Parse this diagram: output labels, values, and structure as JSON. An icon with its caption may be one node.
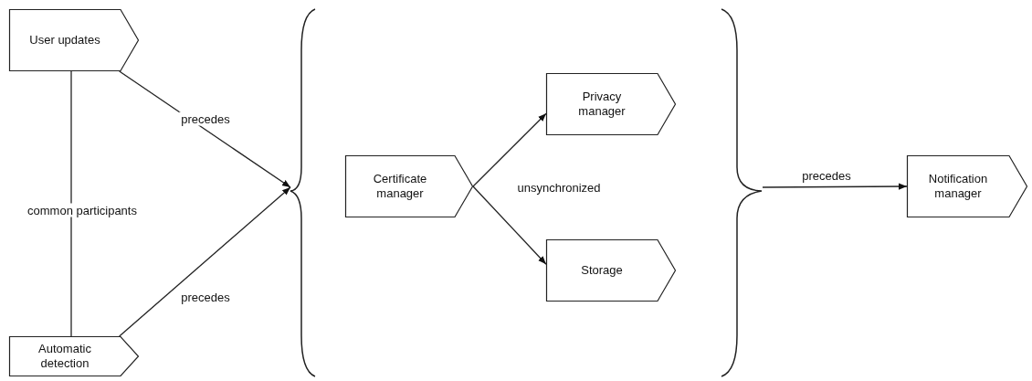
{
  "diagram": {
    "nodes": [
      {
        "text": [
          "User updates"
        ]
      },
      {
        "text": [
          "Automatic detection"
        ]
      },
      {
        "text": [],
        "shape": "brace"
      },
      {
        "text": [
          "Certificate manager"
        ],
        "in": 2
      },
      {
        "text": [
          "Privacy manager"
        ],
        "in": 2
      },
      {
        "text": [
          "Storage"
        ],
        "in": 2
      },
      {
        "text": [
          "Notification manager"
        ]
      }
    ],
    "edges": [
      {
        "from": 0,
        "to": 2,
        "arrow": "to",
        "label": "precedes"
      },
      {
        "from": 1,
        "to": 2,
        "arrow": "to",
        "label": "precedes"
      },
      {
        "from": 0,
        "to": 1,
        "arrow": "none",
        "label": "common participants"
      },
      {
        "from": 3,
        "to": 4,
        "arrow": "to"
      },
      {
        "from": 3,
        "to": 5,
        "arrow": "to"
      },
      {
        "from": 2,
        "to": 6,
        "arrow": "to",
        "label": "precedes"
      }
    ],
    "labels": [
      "unsynchronized"
    ]
  }
}
